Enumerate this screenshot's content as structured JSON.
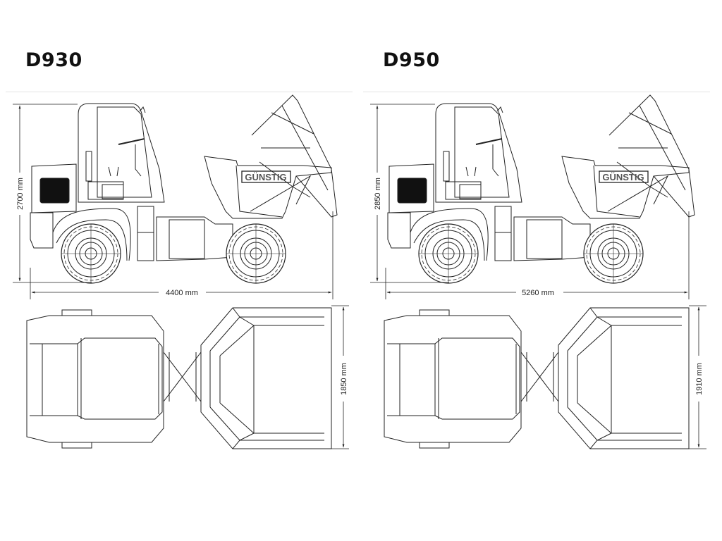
{
  "models": [
    {
      "name": "D930",
      "height": "2700 mm",
      "length": "4400 mm",
      "width": "1850 mm",
      "badge": "GÜNSTIG"
    },
    {
      "name": "D950",
      "height": "2850 mm",
      "length": "5260 mm",
      "width": "1910 mm",
      "badge": "GÜNSTIG"
    }
  ]
}
